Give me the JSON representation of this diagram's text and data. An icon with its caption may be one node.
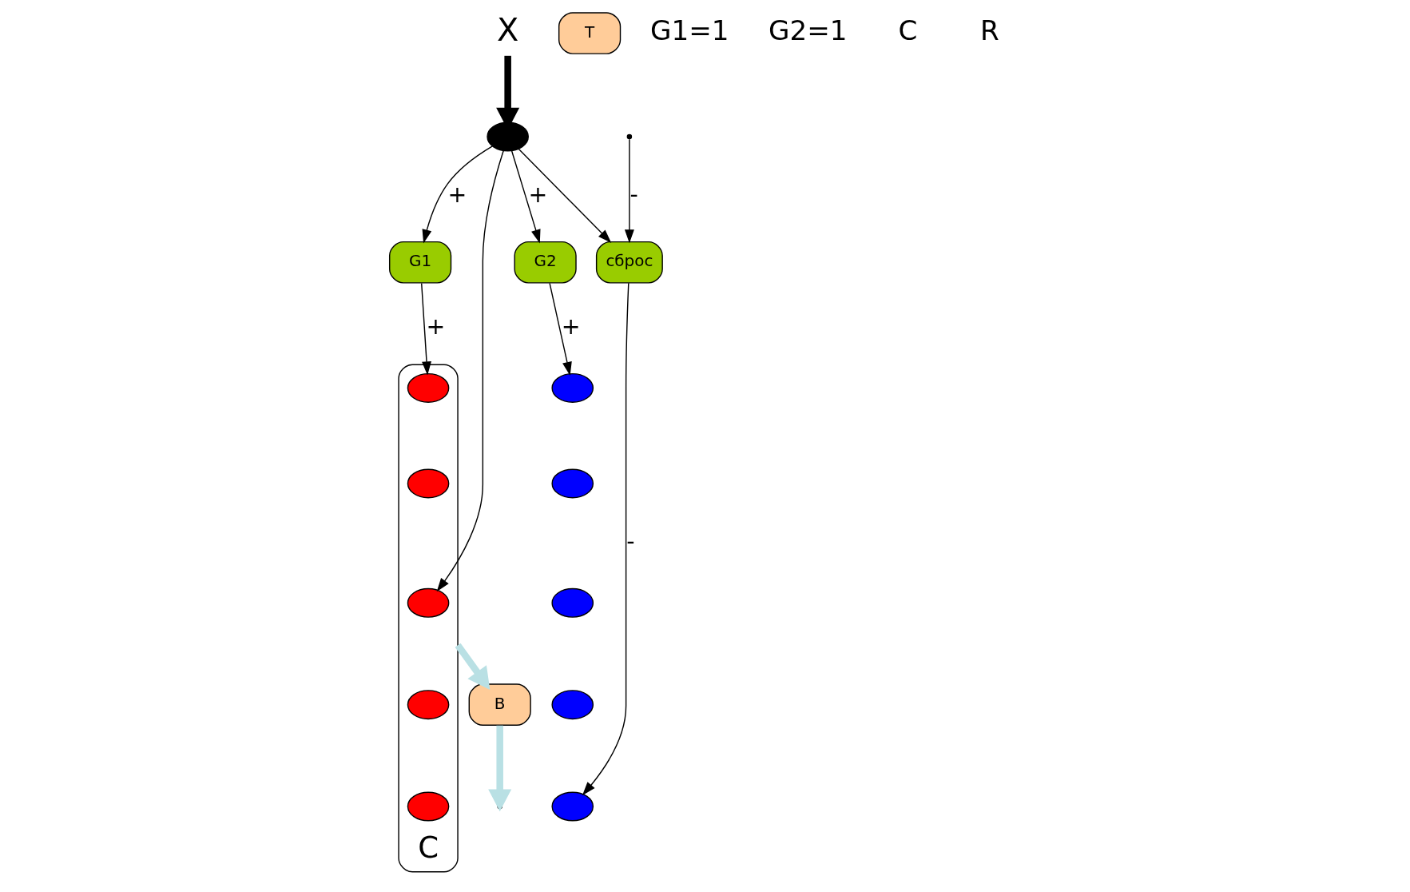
{
  "diagram": {
    "nodes": [
      {
        "text": [
          "G1"
        ]
      },
      {
        "text": [
          "G2"
        ]
      },
      {
        "text": [],
        "shape": "box",
        "beside": [
          "C"
        ]
      },
      {
        "text": [],
        "shape": "circle",
        "in": 2
      },
      {
        "text": [],
        "shape": "circle",
        "in": 2
      },
      {
        "text": [],
        "shape": "circle",
        "in": 2
      },
      {
        "text": [],
        "shape": "circle",
        "in": 2
      },
      {
        "text": [],
        "shape": "circle",
        "in": 2
      },
      {
        "text": [
          "T"
        ]
      },
      {
        "text": [
          "B"
        ]
      },
      {
        "text": [],
        "shape": "circle"
      },
      {
        "text": [],
        "shape": "circle"
      },
      {
        "text": [],
        "shape": "circle"
      },
      {
        "text": [],
        "shape": "circle"
      },
      {
        "text": [],
        "shape": "circle"
      },
      {
        "text": [
          "сброс"
        ]
      },
      {
        "text": [],
        "shape": "circle"
      },
      {
        "text": [
          "X"
        ]
      }
    ],
    "edges": [
      {
        "from": 17,
        "to": 16,
        "arrow": "to",
        "style": "thick"
      },
      {
        "from": 16,
        "to": 5,
        "arrow": "to"
      },
      {
        "from": 16,
        "to": 0,
        "arrow": "to",
        "label": "+"
      },
      {
        "from": 16,
        "to": 1,
        "arrow": "to",
        "label": "+"
      },
      {
        "from": 16,
        "to": 15,
        "arrow": "to"
      },
      {
        "from": 0,
        "to": 3,
        "arrow": "to",
        "label": "+"
      },
      {
        "from": 1,
        "to": 10,
        "arrow": "to",
        "label": "+"
      },
      {
        "from": 2,
        "to": 9,
        "arrow": "to",
        "style": "thick",
        "color": "#b9e0e4"
      },
      {
        "from": null,
        "to": 15,
        "arrow": "to",
        "label": "-"
      },
      {
        "from": 9,
        "to": null,
        "arrow": "to",
        "style": "thick",
        "color": "#b9e0e4"
      },
      {
        "from": 15,
        "to": 14,
        "arrow": "to",
        "label": "-"
      }
    ],
    "labels": [
      "G1=1",
      "G2=1",
      "C",
      "R"
    ]
  }
}
